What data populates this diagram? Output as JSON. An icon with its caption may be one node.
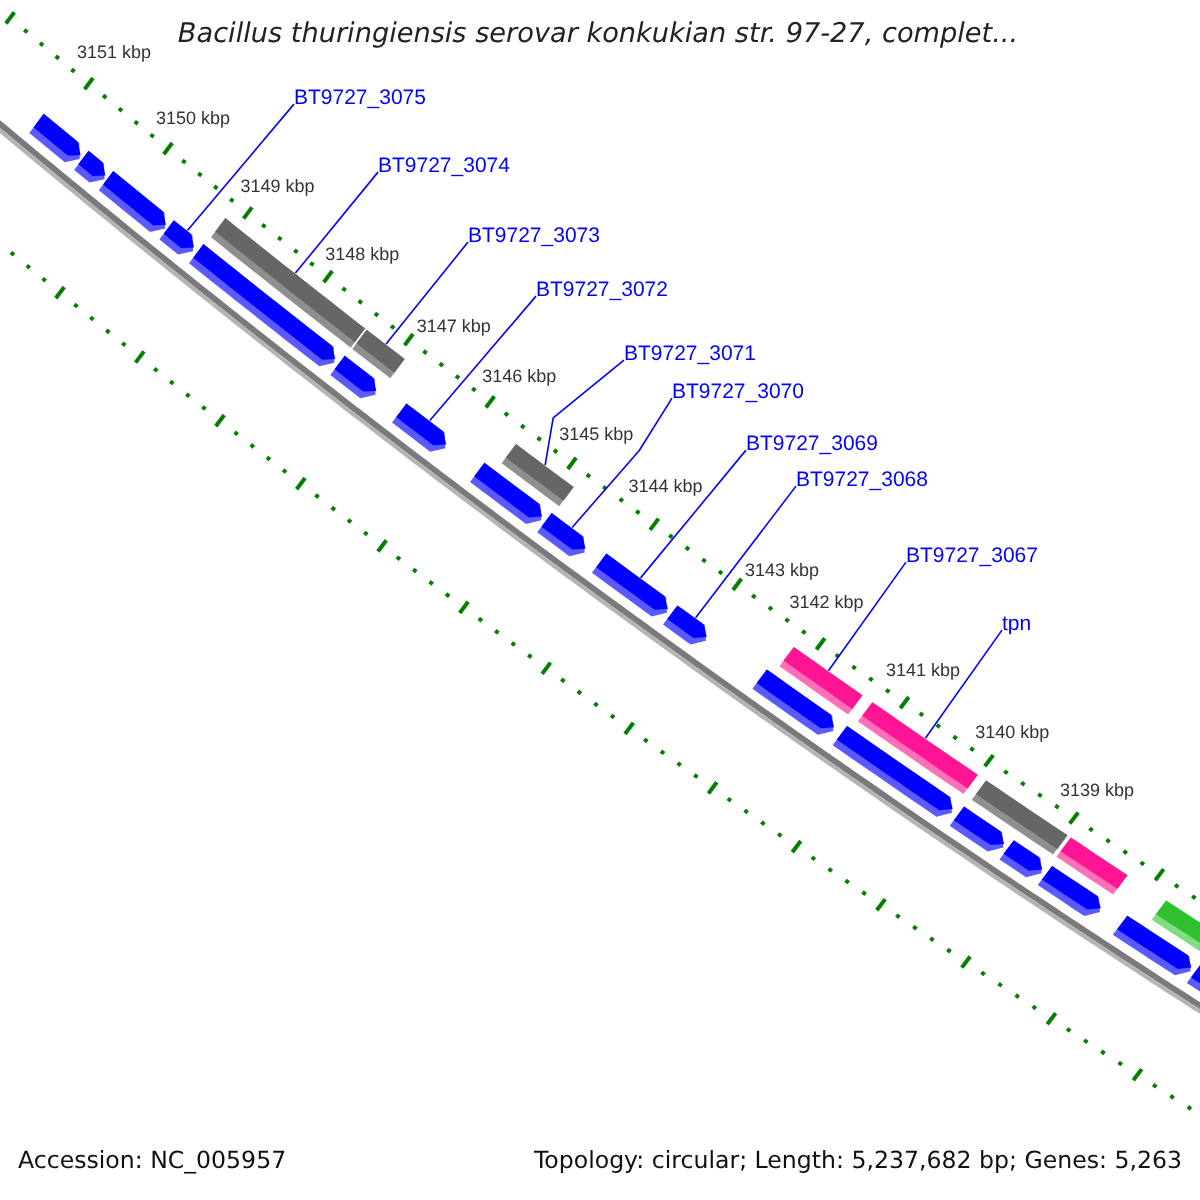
{
  "diagram": {
    "title": "Bacillus thuringiensis serovar konkukian str. 97-27, complet...",
    "nodes": [
      {
        "text": [
          "BT9727_3075"
        ]
      },
      {
        "text": [
          "BT9727_3074"
        ]
      },
      {
        "text": [
          "BT9727_3073"
        ]
      },
      {
        "text": [
          "BT9727_3072"
        ]
      },
      {
        "text": [
          "BT9727_3071"
        ]
      },
      {
        "text": [
          "BT9727_3070"
        ]
      },
      {
        "text": [
          "BT9727_3069"
        ]
      },
      {
        "text": [
          "BT9727_3068"
        ]
      },
      {
        "text": [
          "BT9727_3067"
        ]
      },
      {
        "text": [
          "tpn"
        ]
      },
      {
        "text": [],
        "shape": "pentagon"
      },
      {
        "text": [],
        "shape": "pentagon"
      },
      {
        "text": [],
        "shape": "pentagon"
      },
      {
        "text": [],
        "shape": "pentagon"
      },
      {
        "text": [],
        "shape": "pentagon"
      },
      {
        "text": [],
        "shape": "bar"
      },
      {
        "text": [],
        "shape": "pentagon"
      },
      {
        "text": [],
        "shape": "bar"
      },
      {
        "text": [],
        "shape": "pentagon"
      },
      {
        "text": [],
        "shape": "pentagon"
      },
      {
        "text": [],
        "shape": "bar"
      },
      {
        "text": [],
        "shape": "pentagon"
      },
      {
        "text": [],
        "shape": "pentagon"
      },
      {
        "text": [],
        "shape": "pentagon"
      },
      {
        "text": [],
        "shape": "pentagon"
      },
      {
        "text": [],
        "shape": "bar"
      },
      {
        "text": [],
        "shape": "pentagon"
      },
      {
        "text": [],
        "shape": "bar"
      },
      {
        "text": [],
        "shape": "pentagon"
      },
      {
        "text": [],
        "shape": "bar"
      },
      {
        "text": [],
        "shape": "pentagon"
      },
      {
        "text": [],
        "shape": "bar"
      },
      {
        "text": [],
        "shape": "pentagon"
      },
      {
        "text": [],
        "shape": "pentagon"
      },
      {
        "text": [],
        "shape": "bar"
      },
      {
        "text": [],
        "shape": "pentagon"
      }
    ],
    "edges": [
      {
        "from": 0,
        "to": 13,
        "arrow": "none"
      },
      {
        "from": 1,
        "to": 15,
        "arrow": "none"
      },
      {
        "from": 2,
        "to": 17,
        "arrow": "none"
      },
      {
        "from": 3,
        "to": 18,
        "arrow": "none"
      },
      {
        "from": 4,
        "to": 20,
        "arrow": "none"
      },
      {
        "from": 5,
        "to": 21,
        "arrow": "none"
      },
      {
        "from": 6,
        "to": 22,
        "arrow": "none"
      },
      {
        "from": 7,
        "to": 23,
        "arrow": "none"
      },
      {
        "from": 8,
        "to": 25,
        "arrow": "none"
      },
      {
        "from": 9,
        "to": 27,
        "arrow": "none"
      }
    ],
    "labels": [
      "3151 kbp",
      "3150 kbp",
      "3149 kbp",
      "3148 kbp",
      "3147 kbp",
      "3146 kbp",
      "3145 kbp",
      "3144 kbp",
      "3143 kbp",
      "3142 kbp",
      "3141 kbp",
      "3140 kbp",
      "3139 kbp",
      "Accession: NC_005957",
      "Topology: circular; Length: 5,237,682 bp; Genes: 5,263"
    ]
  }
}
